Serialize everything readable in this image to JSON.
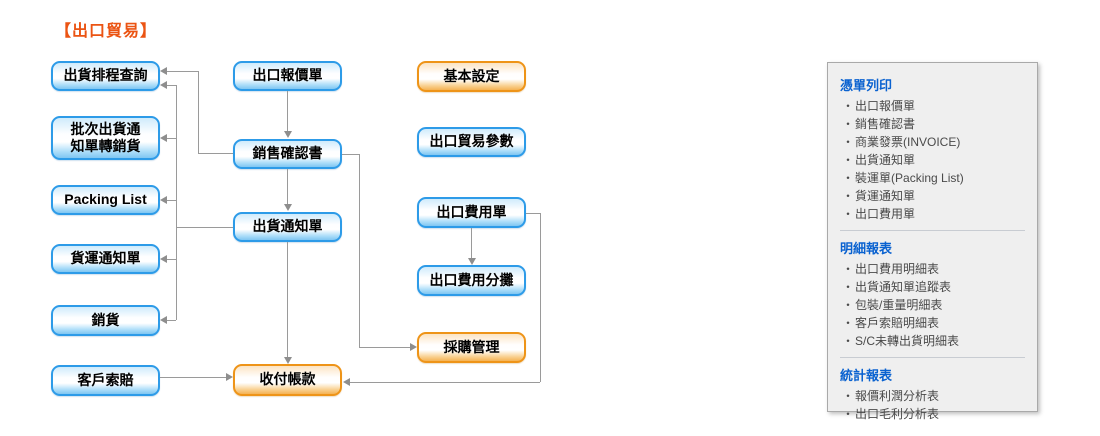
{
  "title": "【出口貿易】",
  "flow": {
    "boxes": {
      "shipment_schedule_query": "出貨排程查詢",
      "batch_shipment_notice_to_sales": "批次出貨通\n知單轉銷貨",
      "packing_list": "Packing List",
      "freight_notice": "貨運通知單",
      "sales": "銷貨",
      "customer_claim": "客戶索賠",
      "export_quotation": "出口報價單",
      "sales_confirmation": "銷售確認書",
      "shipment_notice": "出貨通知單",
      "receipt_payment": "收付帳款",
      "basic_settings": "基本設定",
      "export_trade_parameters": "出口貿易參數",
      "export_expense_slip": "出口費用單",
      "export_expense_allocation": "出口費用分攤",
      "purchase_management": "採購管理"
    }
  },
  "panel": {
    "bullet": "・",
    "sections": [
      {
        "heading": "憑單列印",
        "items": [
          "出口報價單",
          "銷售確認書",
          "商業發票(INVOICE)",
          "出貨通知單",
          "裝運單(Packing List)",
          "貨運通知單",
          "出口費用單"
        ]
      },
      {
        "heading": "明細報表",
        "items": [
          "出口費用明細表",
          "出貨通知單追蹤表",
          "包裝/重量明細表",
          "客戶索賠明細表",
          "S/C未轉出貨明細表"
        ]
      },
      {
        "heading": "統計報表",
        "items": [
          "報價利潤分析表",
          "出口毛利分析表"
        ]
      }
    ]
  },
  "colors": {
    "title_orange": "#EB5413",
    "panel_heading_blue": "#0A62D0",
    "blue_box_border": "#2D9BE8",
    "orange_box_border": "#EE9418",
    "connector_gray": "#9A9A9A"
  }
}
